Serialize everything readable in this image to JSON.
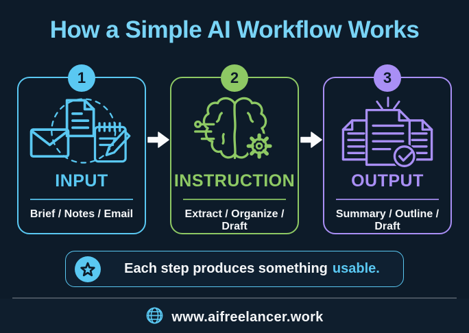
{
  "header": {
    "title": "How a Simple AI Workflow Works"
  },
  "theme": {
    "background": "#0d1b29",
    "title_color": "#79d4f6",
    "cyan": "#5ac8f2",
    "green": "#8ec964",
    "purple": "#a98ff5",
    "text_color": "#f4f6f8",
    "arrow_color": "#fafbfc"
  },
  "steps": [
    {
      "number": "1",
      "title": "INPUT",
      "subtitle": "Brief / Notes / Email",
      "accent": "#5ac8f2",
      "icon": "email-document-notepad-icons"
    },
    {
      "number": "2",
      "title": "INSTRUCTION",
      "subtitle": "Extract / Organize / Draft",
      "accent": "#8ec964",
      "icon": "brain-circuit-gear-icon"
    },
    {
      "number": "3",
      "title": "OUTPUT",
      "subtitle": "Summary / Outline / Draft",
      "accent": "#a98ff5",
      "icon": "documents-checkmark-icon"
    }
  ],
  "banner": {
    "icon": "star-icon",
    "text": "Each step produces something",
    "highlight": "usable.",
    "accent": "#5ac8f2"
  },
  "footer": {
    "icon": "globe-icon",
    "url": "www.aifreelancer.work"
  }
}
